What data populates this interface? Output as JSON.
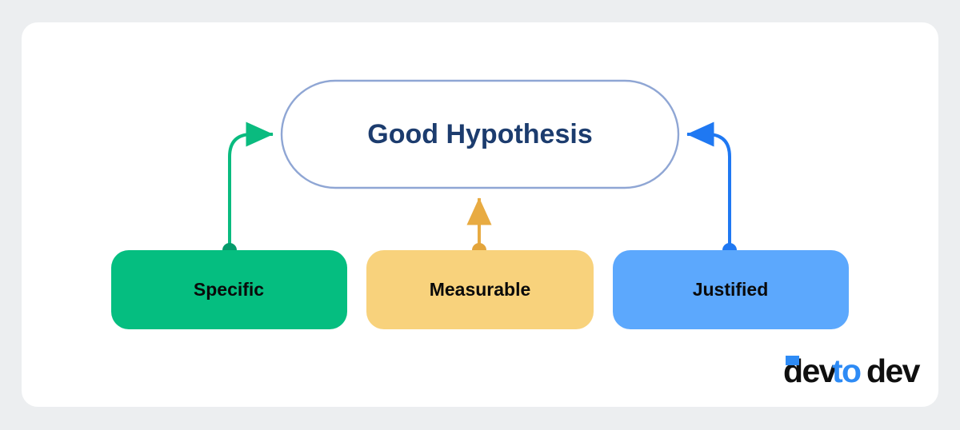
{
  "canvas": {
    "background_color": "#eceef0",
    "card_color": "#ffffff"
  },
  "diagram": {
    "type": "concept-map",
    "title_node": {
      "label": "Good Hypothesis",
      "shape": "pill",
      "fill": "#ffffff",
      "border_color": "#8fa6d4",
      "text_color": "#1c3c6e"
    },
    "pillars": [
      {
        "id": "specific",
        "label": "Specific",
        "fill": "#05be80",
        "connector_color": "#0abb7f",
        "dot_color": "#059b6b",
        "text_color": "#0a0a0a",
        "connector_style": "elbow-right-arrow"
      },
      {
        "id": "measurable",
        "label": "Measurable",
        "fill": "#f8d27c",
        "connector_color": "#e8ab42",
        "dot_color": "#e3a53c",
        "text_color": "#0a0a0a",
        "connector_style": "straight-up-arrow"
      },
      {
        "id": "justified",
        "label": "Justified",
        "fill": "#5ca8fd",
        "connector_color": "#1f78f2",
        "dot_color": "#1f78f2",
        "text_color": "#0a0a0a",
        "connector_style": "elbow-left-arrow"
      }
    ]
  },
  "logo": {
    "part1": "dev",
    "part2": "to",
    "part3": "dev",
    "dark_color": "#0f0f0f",
    "accent_color": "#2e8bf5"
  }
}
